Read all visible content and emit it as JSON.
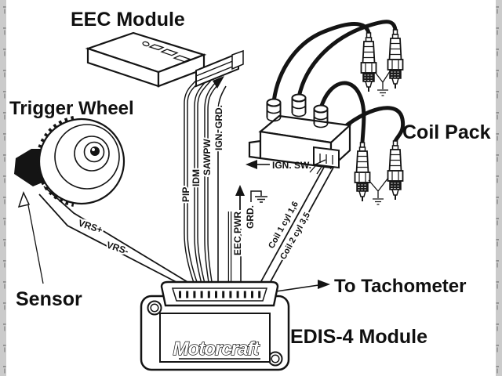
{
  "diagram": {
    "title_context": "EDIS-4 ignition wiring diagram",
    "colors": {
      "background": "#ffffff",
      "line": "#141414",
      "edge_strip": "#cbcbcb",
      "edge_tick": "#8d8d8d"
    },
    "labels": {
      "eec_module": "EEC Module",
      "trigger_wheel": "Trigger Wheel",
      "coil_pack": "Coil Pack",
      "sensor": "Sensor",
      "to_tachometer": "To Tachometer",
      "edis_module": "EDIS-4 Module",
      "motorcraft_logo": "Motorcraft"
    },
    "wire_labels": {
      "pip": "PIP",
      "idm": "IDM",
      "sawpw": "SAWPW",
      "ign_grd": "IGN. GRD.",
      "eec_pwr": "EEC PWR",
      "grd": "GRD.",
      "ign_sw": "IGN. SW.",
      "vrs_plus": "VRS+",
      "vrs_minus": "VRS-",
      "coil1": "Coil 1 cyl 1,6",
      "coil2": "Coil 2 cyl 3,5"
    }
  }
}
